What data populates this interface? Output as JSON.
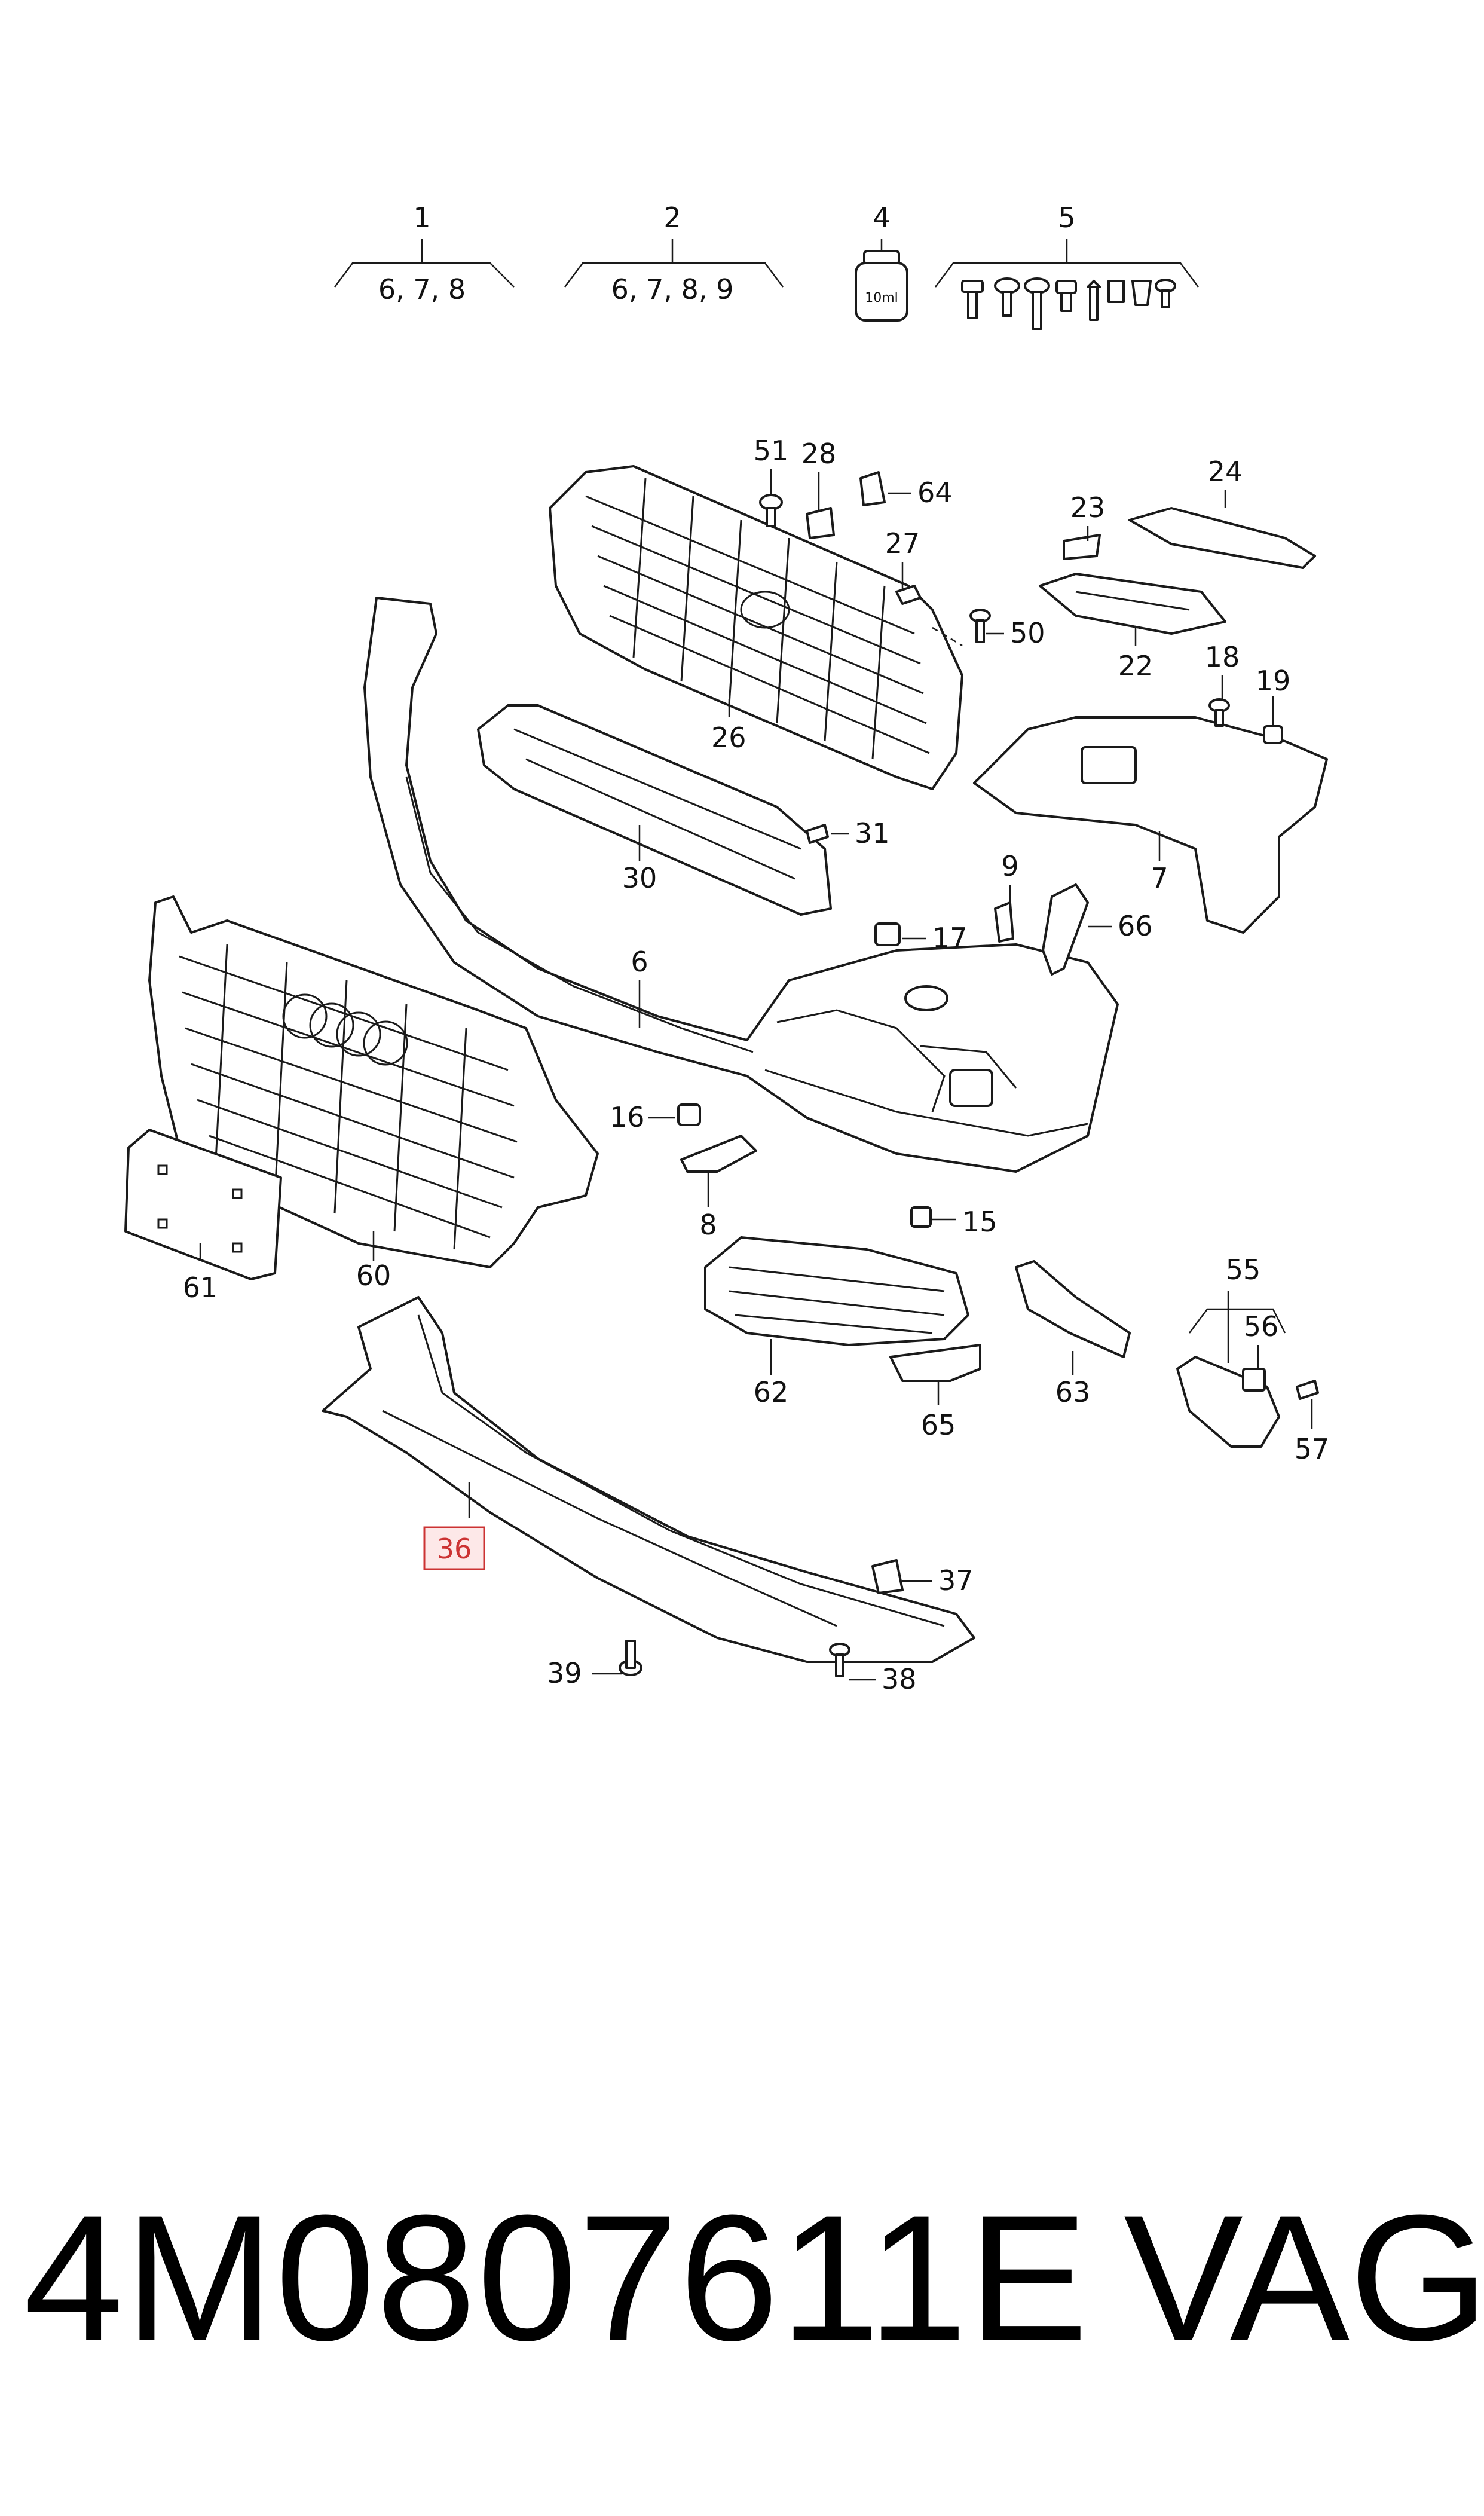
{
  "kits": [
    {
      "number": "1",
      "contents": "6, 7, 8"
    },
    {
      "number": "2",
      "contents": "6, 7, 8, 9"
    },
    {
      "number": "4",
      "contents": "",
      "bottle_label": "10ml"
    },
    {
      "number": "5",
      "contents": ""
    }
  ],
  "callouts": {
    "c6": "6",
    "c7": "7",
    "c8": "8",
    "c9": "9",
    "c15": "15",
    "c16": "16",
    "c17": "17",
    "c18": "18",
    "c19": "19",
    "c22": "22",
    "c23": "23",
    "c24": "24",
    "c26": "26",
    "c27": "27",
    "c28": "28",
    "c30": "30",
    "c31": "31",
    "c36": "36",
    "c37": "37",
    "c38": "38",
    "c39": "39",
    "c50": "50",
    "c51": "51",
    "c55": "55",
    "c56": "56",
    "c57": "57",
    "c60": "60",
    "c61": "61",
    "c62": "62",
    "c63": "63",
    "c64": "64",
    "c65": "65",
    "c66": "66"
  },
  "highlighted_callout": "36",
  "highlight_color": "#cc3333",
  "footer": {
    "part_number": "4M0807611E",
    "manufacturer": "VAG"
  }
}
